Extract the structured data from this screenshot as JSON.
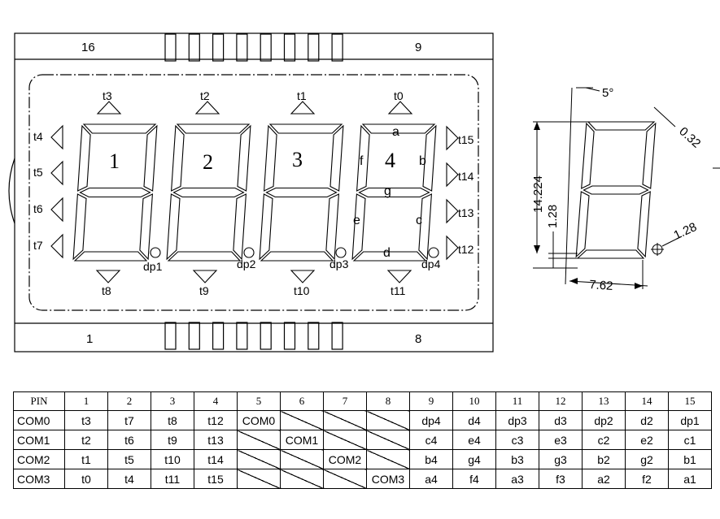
{
  "pin_labels": {
    "top_left": "16",
    "top_right": "9",
    "bottom_left": "1",
    "bottom_right": "8"
  },
  "digit_labels": [
    "1",
    "2",
    "3",
    "4"
  ],
  "decimal_points": [
    "dp1",
    "dp2",
    "dp3",
    "dp4"
  ],
  "top_indicators": [
    "t3",
    "t2",
    "t1",
    "t0"
  ],
  "bottom_indicators": [
    "t8",
    "t9",
    "t10",
    "t11"
  ],
  "left_indicators": [
    "t4",
    "t5",
    "t6",
    "t7"
  ],
  "right_indicators": [
    "t15",
    "t14",
    "t13",
    "t12"
  ],
  "segment_labels": {
    "a": "a",
    "b": "b",
    "c": "c",
    "d": "d",
    "e": "e",
    "f": "f",
    "g": "g"
  },
  "dimensions": {
    "slant": "5°",
    "segment_width": "0.32",
    "height": "14.224",
    "gap": "1.28",
    "dp_size": "1.28",
    "width": "7.62"
  },
  "pin_table": {
    "header": [
      "PIN",
      "1",
      "2",
      "3",
      "4",
      "5",
      "6",
      "7",
      "8",
      "9",
      "10",
      "11",
      "12",
      "13",
      "14",
      "15"
    ],
    "rows": [
      [
        "COM0",
        "t3",
        "t7",
        "t8",
        "t12",
        "COM0",
        "",
        "",
        "",
        "dp4",
        "d4",
        "dp3",
        "d3",
        "dp2",
        "d2",
        "dp1"
      ],
      [
        "COM1",
        "t2",
        "t6",
        "t9",
        "t13",
        "",
        "COM1",
        "",
        "",
        "c4",
        "e4",
        "c3",
        "e3",
        "c2",
        "e2",
        "c1"
      ],
      [
        "COM2",
        "t1",
        "t5",
        "t10",
        "t14",
        "",
        "",
        "COM2",
        "",
        "b4",
        "g4",
        "b3",
        "g3",
        "b2",
        "g2",
        "b1"
      ],
      [
        "COM3",
        "t0",
        "t4",
        "t11",
        "t15",
        "",
        "",
        "",
        "COM3",
        "a4",
        "f4",
        "a3",
        "f3",
        "a2",
        "f2",
        "a1"
      ]
    ]
  }
}
